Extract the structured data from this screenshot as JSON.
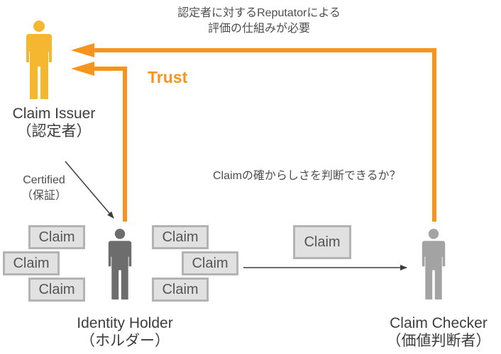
{
  "colors": {
    "trust_orange": "#f7941d",
    "issuer_yellow": "#f5b730",
    "holder_gray": "#6d6d6d",
    "checker_gray": "#a3a3a3",
    "claim_fill": "#e1e1e1",
    "claim_border": "#b3b3b3",
    "arrow_dark": "#3c3c3c"
  },
  "top_note": {
    "line1": "認定者に対するReputatorによる",
    "line2": "評価の仕組みが必要"
  },
  "trust_label": "Trust",
  "certified_note": {
    "line1": "Certified",
    "line2": "（保証）"
  },
  "question_note": "Claimの確からしさを判断できるか？",
  "actors": {
    "issuer": {
      "name": "Claim Issuer",
      "role": "（認定者）",
      "icon": "person-icon"
    },
    "holder": {
      "name": "Identity Holder",
      "role": "（ホルダー）",
      "icon": "person-icon"
    },
    "checker": {
      "name": "Claim Checker",
      "role": "（価値判断者）",
      "icon": "person-icon"
    }
  },
  "claims": {
    "left": [
      "Claim",
      "Claim",
      "Claim"
    ],
    "right": [
      "Claim",
      "Claim",
      "Claim"
    ],
    "transit": "Claim"
  }
}
